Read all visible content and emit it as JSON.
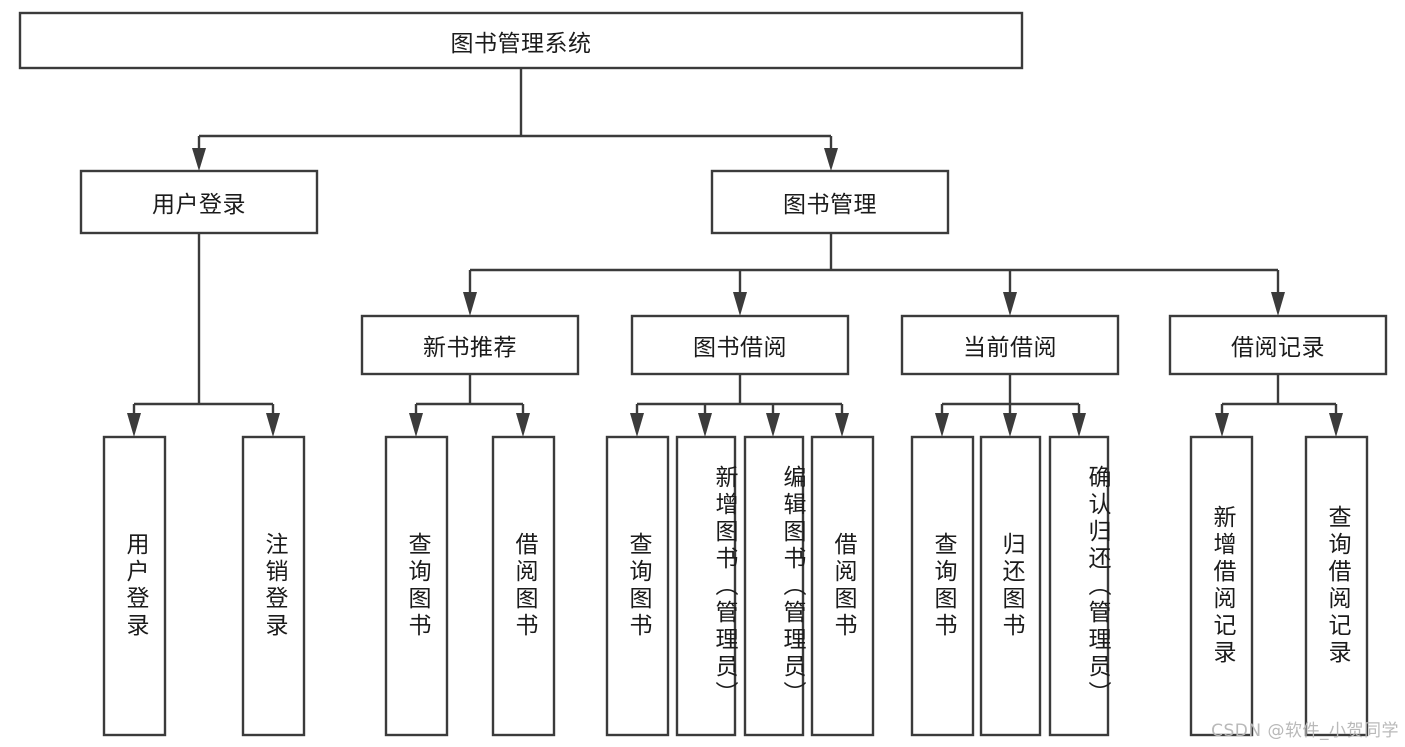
{
  "diagram": {
    "type": "hierarchy-tree",
    "title": "图书管理系统",
    "watermark": "CSDN @软件_小贺同学",
    "colors": {
      "background": "#ffffff",
      "stroke": "#3b3b3b",
      "text": "#1b1b1b",
      "watermark": "#b9b9b9"
    },
    "levels": {
      "level1": [
        {
          "id": "root",
          "label": "图书管理系统",
          "orientation": "horizontal"
        }
      ],
      "level2": [
        {
          "id": "user-login",
          "label": "用户登录",
          "orientation": "horizontal",
          "parent": "root"
        },
        {
          "id": "book-manage",
          "label": "图书管理",
          "orientation": "horizontal",
          "parent": "root"
        }
      ],
      "level3": [
        {
          "id": "new-book-rec",
          "label": "新书推荐",
          "orientation": "horizontal",
          "parent": "book-manage"
        },
        {
          "id": "book-borrow",
          "label": "图书借阅",
          "orientation": "horizontal",
          "parent": "book-manage"
        },
        {
          "id": "current-borrow",
          "label": "当前借阅",
          "orientation": "horizontal",
          "parent": "book-manage"
        },
        {
          "id": "borrow-record",
          "label": "借阅记录",
          "orientation": "horizontal",
          "parent": "book-manage"
        }
      ],
      "leaves": [
        {
          "id": "leaf-user-login",
          "label": "用户登录",
          "orientation": "vertical",
          "parent": "user-login"
        },
        {
          "id": "leaf-logout",
          "label": "注销登录",
          "orientation": "vertical",
          "parent": "user-login"
        },
        {
          "id": "leaf-query-book-1",
          "label": "查询图书",
          "orientation": "vertical",
          "parent": "new-book-rec"
        },
        {
          "id": "leaf-borrow-book-1",
          "label": "借阅图书",
          "orientation": "vertical",
          "parent": "new-book-rec"
        },
        {
          "id": "leaf-query-book-2",
          "label": "查询图书",
          "orientation": "vertical",
          "parent": "book-borrow"
        },
        {
          "id": "leaf-add-book",
          "label": "新增图书（管理员）",
          "orientation": "vertical",
          "parent": "book-borrow"
        },
        {
          "id": "leaf-edit-book",
          "label": "编辑图书（管理员）",
          "orientation": "vertical",
          "parent": "book-borrow"
        },
        {
          "id": "leaf-borrow-book-2",
          "label": "借阅图书",
          "orientation": "vertical",
          "parent": "book-borrow"
        },
        {
          "id": "leaf-query-book-3",
          "label": "查询图书",
          "orientation": "vertical",
          "parent": "current-borrow"
        },
        {
          "id": "leaf-return-book",
          "label": "归还图书",
          "orientation": "vertical",
          "parent": "current-borrow"
        },
        {
          "id": "leaf-confirm-return",
          "label": "确认归还（管理员）",
          "orientation": "vertical",
          "parent": "current-borrow"
        },
        {
          "id": "leaf-add-record",
          "label": "新增借阅记录",
          "orientation": "vertical",
          "parent": "borrow-record"
        },
        {
          "id": "leaf-query-record",
          "label": "查询借阅记录",
          "orientation": "vertical",
          "parent": "borrow-record"
        }
      ]
    }
  }
}
